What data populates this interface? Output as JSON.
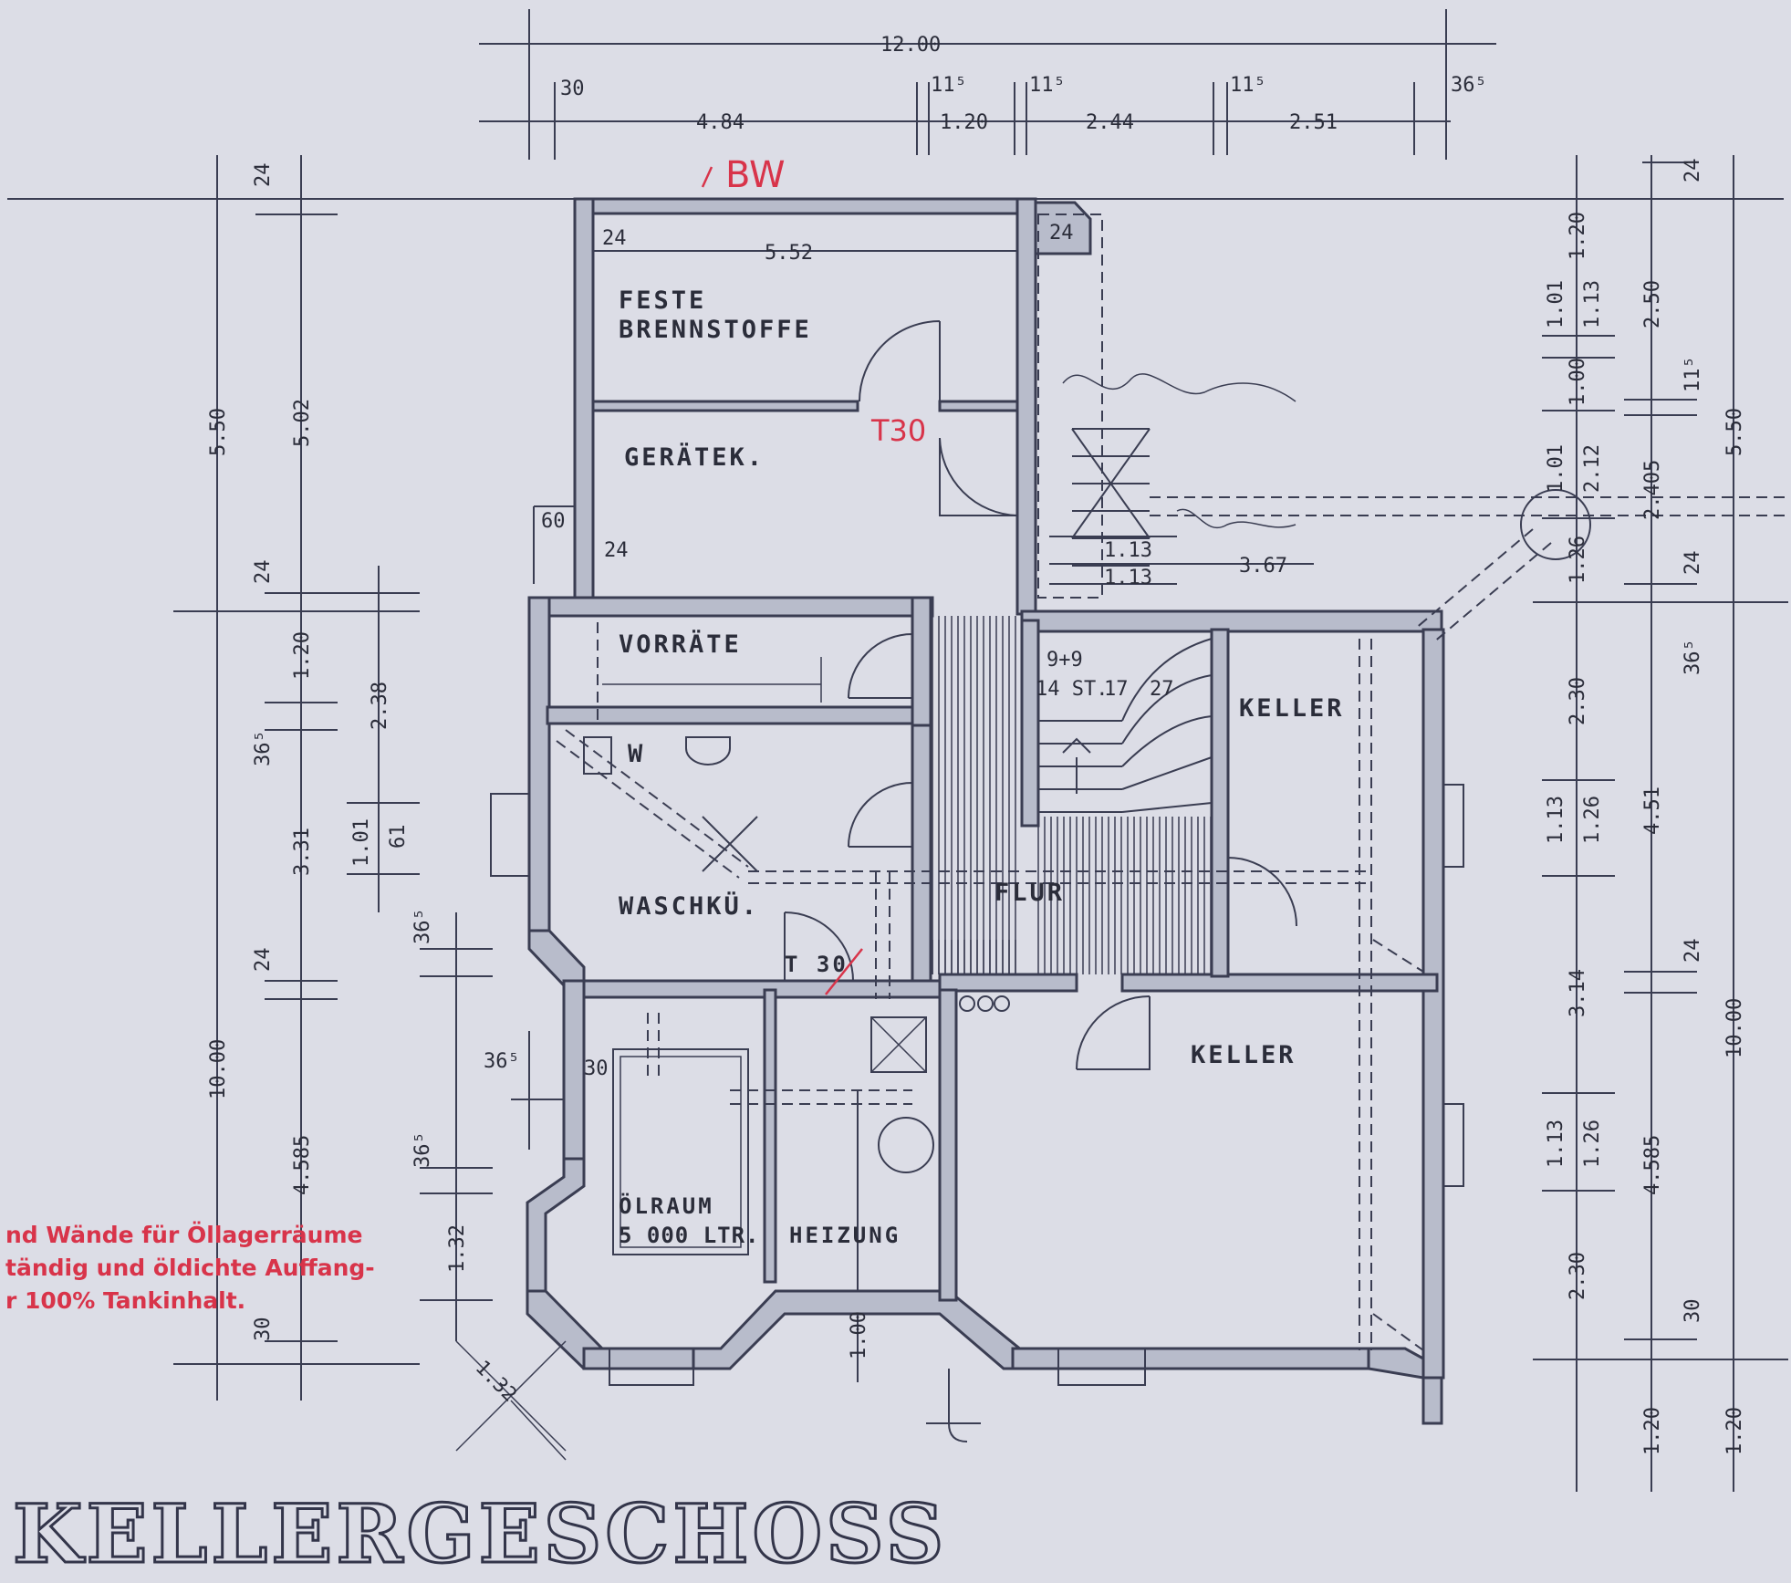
{
  "plan": {
    "title": "KELLERGESCHOSS",
    "rooms": {
      "feste_brennstoffe_line1": "FESTE",
      "feste_brennstoffe_line2": "BRENNSTOFFE",
      "geraetek": "GERÄTEK.",
      "vorraete": "VORRÄTE",
      "w": "W",
      "waschku": "WASCHKÜ.",
      "flur": "FLUR",
      "keller_upper": "KELLER",
      "keller_lower": "KELLER",
      "oelraum_line1": "ÖLRAUM",
      "oelraum_line2": "5 000 LTR.",
      "heizung": "HEIZUNG"
    },
    "stair": {
      "steps": "9+9",
      "count": "14 ST.",
      "rise": "17",
      "tread": "27"
    },
    "doors": {
      "fire_upper": "T30",
      "fire_lower": "T 30"
    },
    "annotations": {
      "bw": "BW",
      "note_line1": "nd Wände für Öllagerräume",
      "note_line2": "tändig und öldichte Auffang-",
      "note_line3": "r 100% Tankinhalt."
    },
    "dims_top": {
      "overall": "12.00",
      "d30": "30",
      "d484": "4.84",
      "d115a": "11⁵",
      "d120": "1.20",
      "d115b": "11⁵",
      "d244": "2.44",
      "d115c": "11⁵",
      "d251": "2.51",
      "d365": "36⁵"
    },
    "dims_left": {
      "d550": "5.50",
      "d502": "5.02",
      "d24a": "24",
      "d24b": "24",
      "d120": "1.20",
      "d365a": "36⁵",
      "d238": "2.38",
      "d101": "1.01",
      "d61": "61",
      "d331": "3.31",
      "d365b": "36⁵",
      "d24c": "24",
      "d1000": "10.00",
      "d4585": "4.585",
      "d365c": "36⁵",
      "d132": "1.32",
      "d30": "30",
      "d365d": "36⁵",
      "d60": "60",
      "d24d": "24"
    },
    "dims_inner": {
      "d24a": "24",
      "d552": "5.52",
      "d24b": "24",
      "d113a": "1.13",
      "d113b": "1.13",
      "d367": "3.67",
      "d30": "30",
      "d100": "1.00",
      "d132": "1.32"
    },
    "dims_right": {
      "d24top": "24",
      "d120a": "1.20",
      "d101a": "1.01",
      "d113a": "1.13",
      "d250": "2.50",
      "d100": "1.00",
      "d115": "11⁵",
      "d550": "5.50",
      "d101b": "1.01",
      "d212": "2.12",
      "d2405": "2.405",
      "d126a": "1.26",
      "d24a": "24",
      "d365": "36⁵",
      "d230a": "2.30",
      "d113b": "1.13",
      "d126b": "1.26",
      "d451": "4.51",
      "d314": "3.14",
      "d24b": "24",
      "d1000": "10.00",
      "d113c": "1.13",
      "d126c": "1.26",
      "d4585": "4.585",
      "d230b": "2.30",
      "d30": "30",
      "d120b": "1.20",
      "d120c": "1.20"
    }
  }
}
